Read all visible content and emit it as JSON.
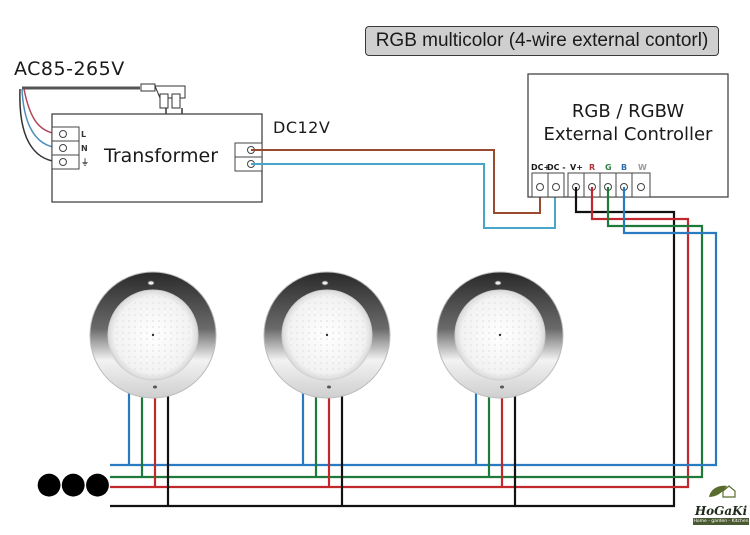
{
  "title": "RGB multicolor (4-wire external contorl)",
  "power_input": {
    "label": "AC85-265V",
    "terminals": [
      "L",
      "N",
      "⏚"
    ]
  },
  "transformer": {
    "label": "Transformer",
    "output_label": "DC12V"
  },
  "controller": {
    "line1": "RGB / RGBW",
    "line2": "External Controller",
    "terminals": [
      {
        "label": "DC+",
        "color": "#1a1a1a"
      },
      {
        "label": "DC -",
        "color": "#1a1a1a"
      },
      {
        "label": "V+",
        "color": "#1a1a1a"
      },
      {
        "label": "R",
        "color": "#b0343a"
      },
      {
        "label": "G",
        "color": "#2e7d4a"
      },
      {
        "label": "B",
        "color": "#2f6fb0"
      },
      {
        "label": "W",
        "color": "#9a9a9a"
      }
    ]
  },
  "wire_colors": {
    "dc_positive": "#9a4a2e",
    "dc_negative": "#4aa6c8",
    "v_plus": "#111111",
    "red": "#c0282e",
    "green": "#1e7a3a",
    "blue": "#2a7ac0"
  },
  "lights": [
    {
      "name": "pool-light-1"
    },
    {
      "name": "pool-light-2"
    },
    {
      "name": "pool-light-3"
    }
  ],
  "continuation": "●●●",
  "logo": {
    "name": "HoGaKi",
    "tagline": "Home - garden - Kitchen"
  }
}
